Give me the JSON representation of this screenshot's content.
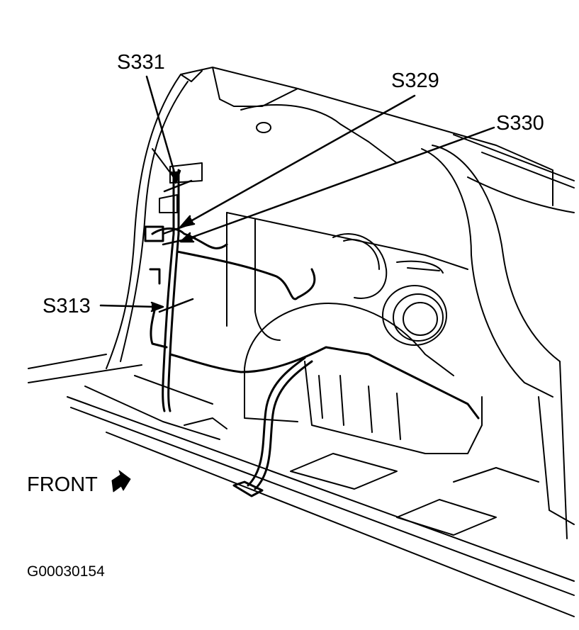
{
  "diagram": {
    "callouts": {
      "s331": "S331",
      "s329": "S329",
      "s330": "S330",
      "s313": "S313"
    },
    "front_label": "FRONT",
    "figure_id": "G00030154",
    "icons": {
      "front_arrow": "arrow-icon"
    }
  }
}
